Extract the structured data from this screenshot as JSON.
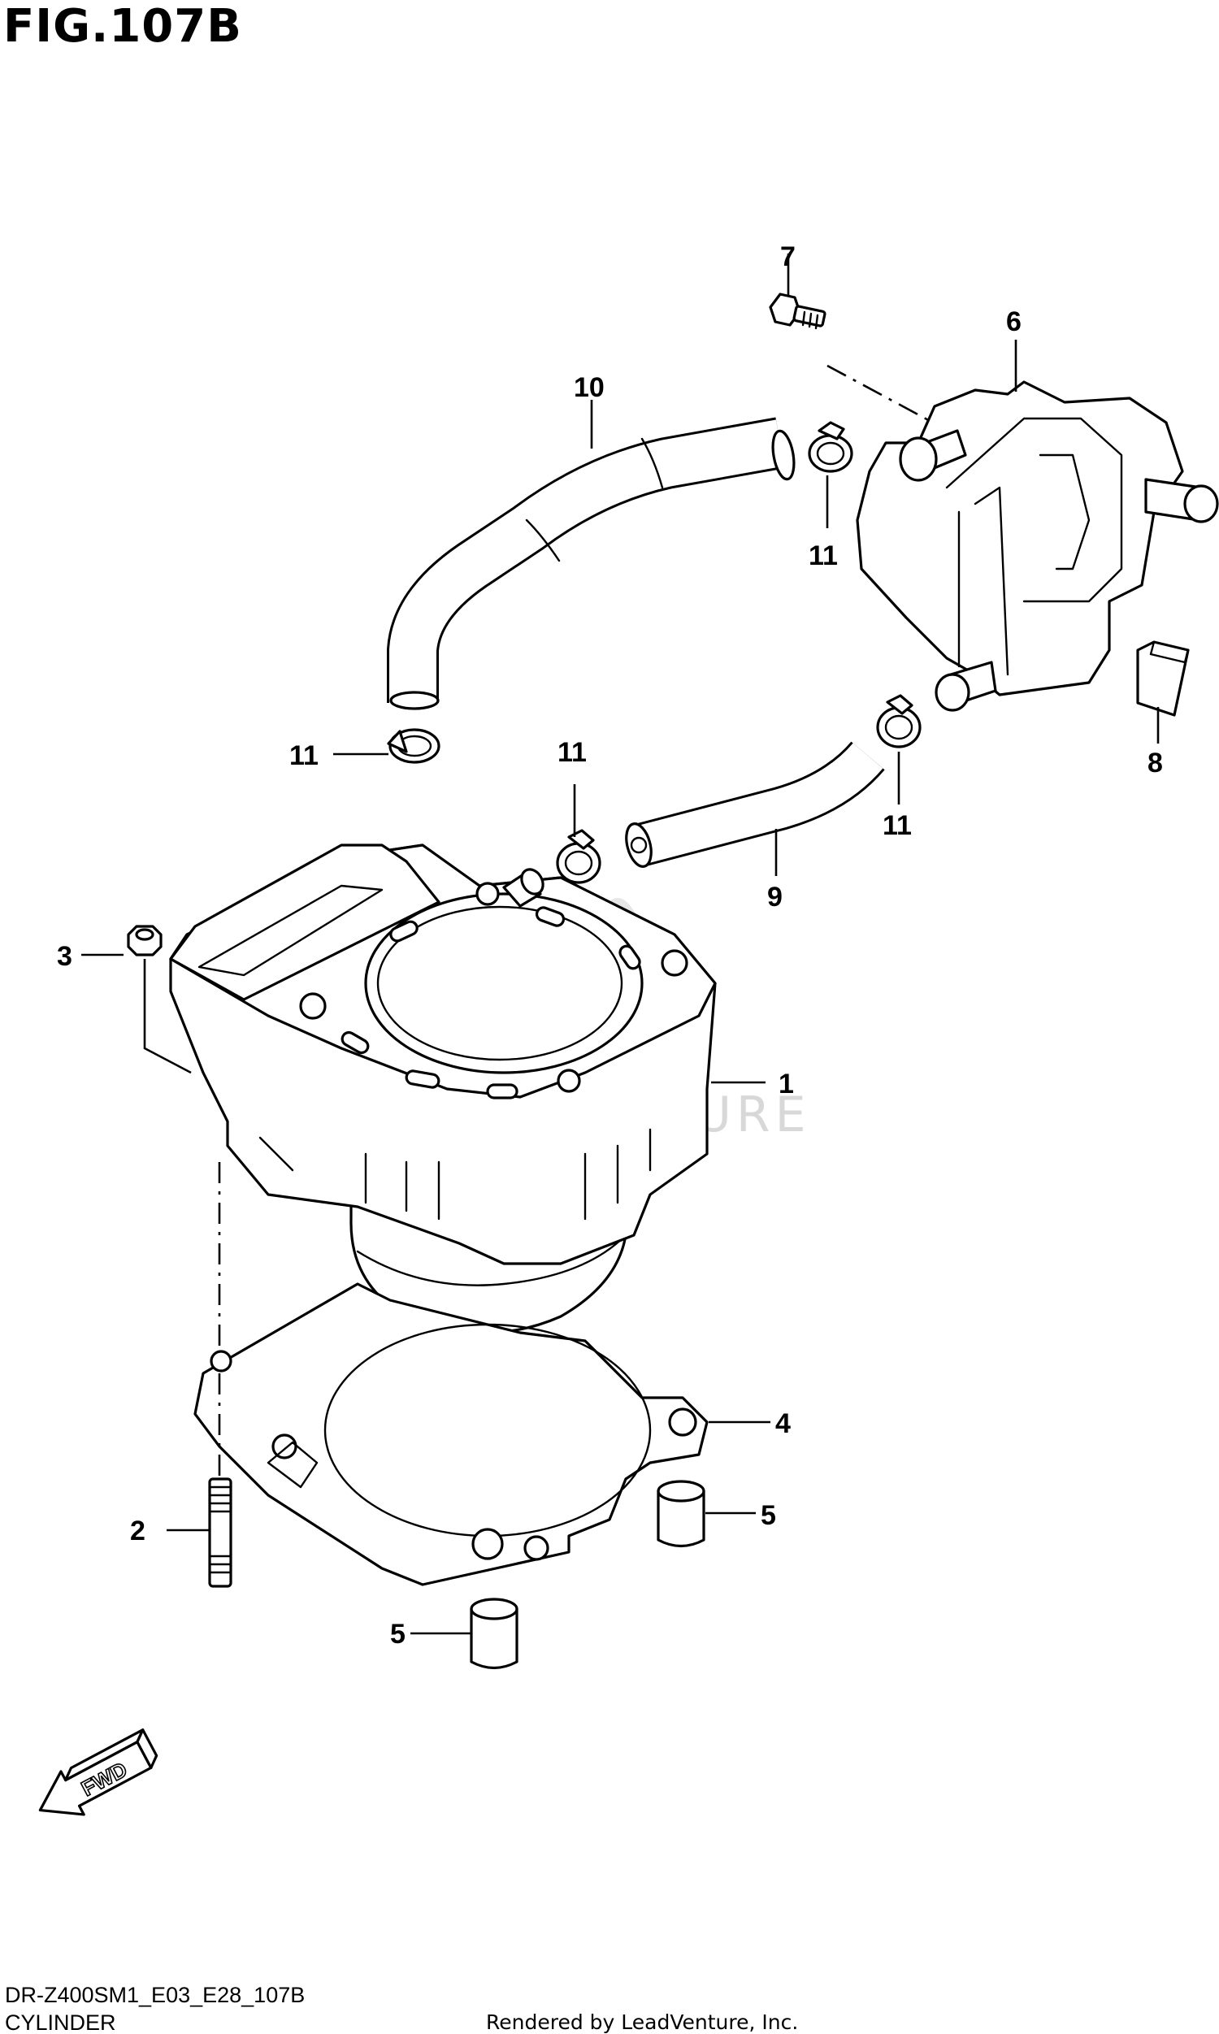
{
  "figure": {
    "title": "FIG.107B",
    "model_code": "DR-Z400SM1_E03_E28_107B",
    "name": "CYLINDER",
    "credit": "Rendered by LeadVenture, Inc."
  },
  "watermark": "LEADVENTURE",
  "fwd_label": "FWD",
  "callouts": {
    "c1": "1",
    "c2": "2",
    "c3": "3",
    "c4": "4",
    "c5a": "5",
    "c5b": "5",
    "c6": "6",
    "c7": "7",
    "c8": "8",
    "c9": "9",
    "c10": "10",
    "c11a": "11",
    "c11b": "11",
    "c11c": "11",
    "c11d": "11"
  }
}
